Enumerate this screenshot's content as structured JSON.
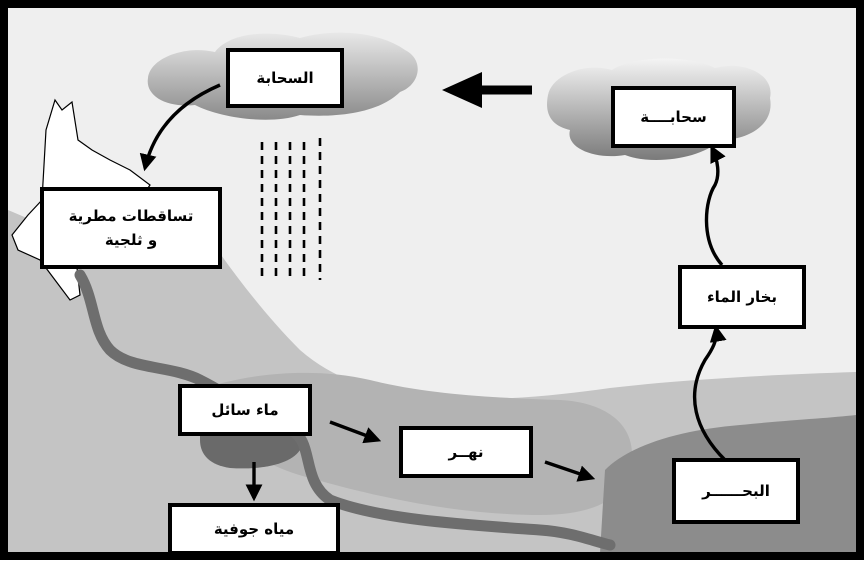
{
  "colors": {
    "background": "#efefef",
    "land": "#c4c4c4",
    "lake": "#b3b3b3",
    "sea": "#8c8c8c",
    "pool": "#6a6a6a",
    "river": "#6e6e6e",
    "cloud": "#9a9a9a",
    "frame": "#000000"
  },
  "labels": {
    "cloud_left": "السحابة",
    "cloud_right": "سحابــــة",
    "precipitation_line1": "تساقطات مطرية",
    "precipitation_line2": "و ثلجية",
    "water_vapor": "بخار الماء",
    "liquid_water": "ماء سائل",
    "river": "نهــر",
    "sea": "البحــــــر",
    "groundwater": "مياه جوفية"
  },
  "icons": {
    "arrows": "arrow-icon",
    "rain": "rain-icon",
    "clouds": "cloud-icon",
    "mountain": "mountain-icon"
  }
}
